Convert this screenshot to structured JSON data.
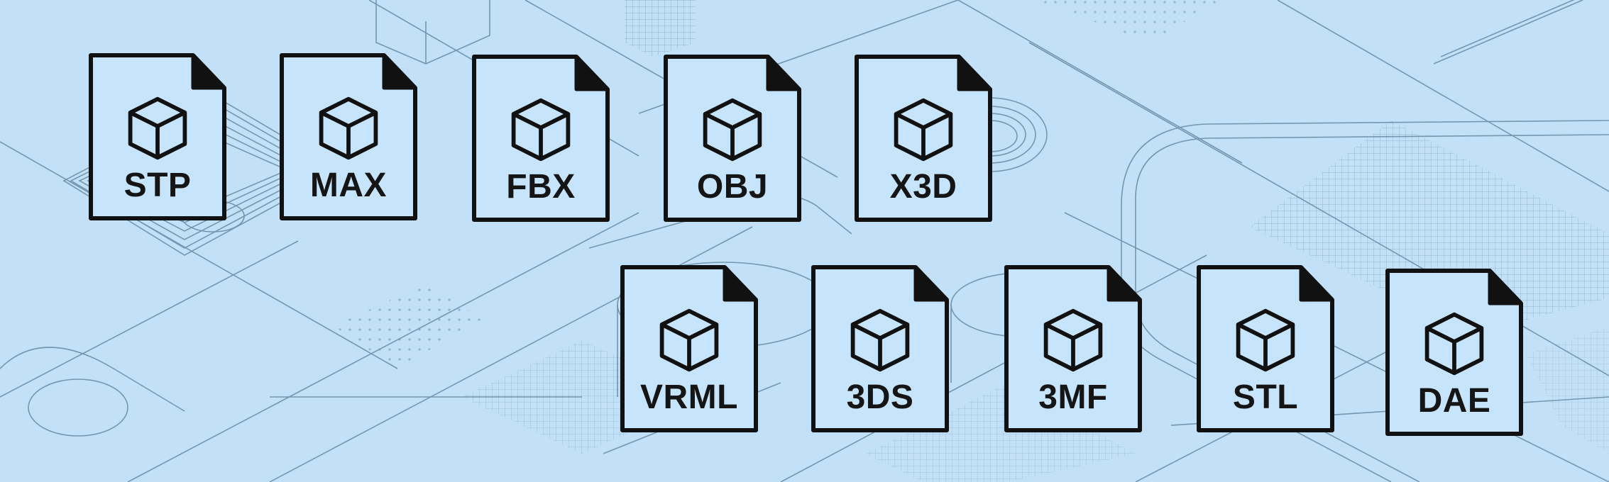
{
  "colors": {
    "background": "#c2e1f9",
    "line_art": "#5a7f96",
    "icon_fill": "#c6e4fb",
    "icon_stroke": "#111111"
  },
  "file_icons": [
    {
      "label": "STP",
      "icon": "cube-icon"
    },
    {
      "label": "MAX",
      "icon": "cube-icon"
    },
    {
      "label": "FBX",
      "icon": "cube-icon"
    },
    {
      "label": "OBJ",
      "icon": "cube-icon"
    },
    {
      "label": "X3D",
      "icon": "cube-icon"
    },
    {
      "label": "VRML",
      "icon": "cube-icon"
    },
    {
      "label": "3DS",
      "icon": "cube-icon"
    },
    {
      "label": "3MF",
      "icon": "cube-icon"
    },
    {
      "label": "STL",
      "icon": "cube-icon"
    },
    {
      "label": "DAE",
      "icon": "cube-icon"
    }
  ]
}
